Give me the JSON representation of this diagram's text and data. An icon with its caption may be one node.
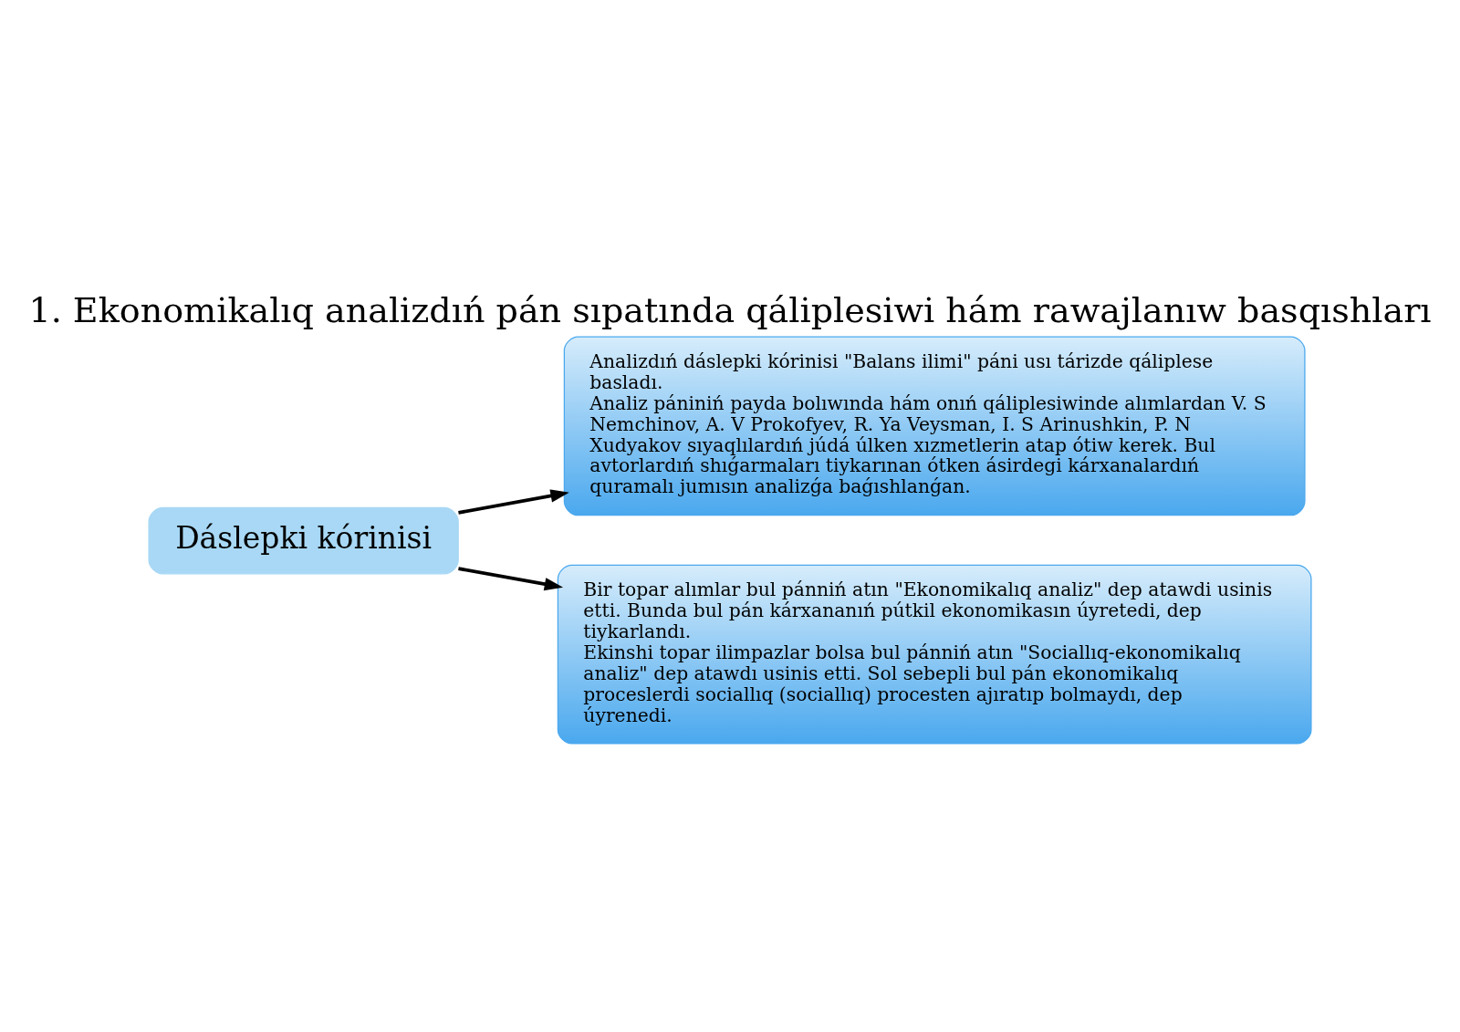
{
  "diagram": {
    "title": "1. Ekonomikalıq analizdıń pán sıpatında qáliplesiwi hám rawajlanıw basqıshları",
    "nodes": [
      {
        "text": [
          "Dáslepki kórinisi"
        ]
      },
      {
        "text": [
          "Analizdıń dáslepki kórinisi \"Balans ilimi\" páni usı tárizde qáliplese basladı.",
          "Analiz pániniń payda bolıwında hám onıń qáliplesiwinde alımlardan V. S Nemchinov, A. V Prokofyev, R. Ya Veysman, I. S Arinushkin, P. N Xudyakov sıyaqlılardıń júdá úlken xızmetlerin atap ótiw kerek. Bul avtorlardıń shıǵarmaları tiykarınan ótken ásirdegi kárxanalardıń quramalı jumısın analizǵa baǵıshlanǵan."
        ]
      },
      {
        "text": [
          "Bir topar alımlar bul pánniń atın \"Ekonomikalıq analiz\" dep atawdi usinis etti. Bunda bul pán kárxananıń pútkil ekonomikasın úyretedi, dep tiykarlandı.",
          "Ekinshi topar ilimpazlar bolsa bul pánniń atın \"Sociallıq-ekonomikalıq analiz\" dep atawdı usinis etti. Sol sebepli bul pán ekonomikalıq proceslerdi sociallıq (sociallıq) procesten ajıratıp bolmaydı, dep úyrenedi."
        ]
      }
    ],
    "edges": [
      {
        "from": 0,
        "to": 1,
        "arrow": "to"
      },
      {
        "from": 0,
        "to": 2,
        "arrow": "to"
      }
    ]
  }
}
